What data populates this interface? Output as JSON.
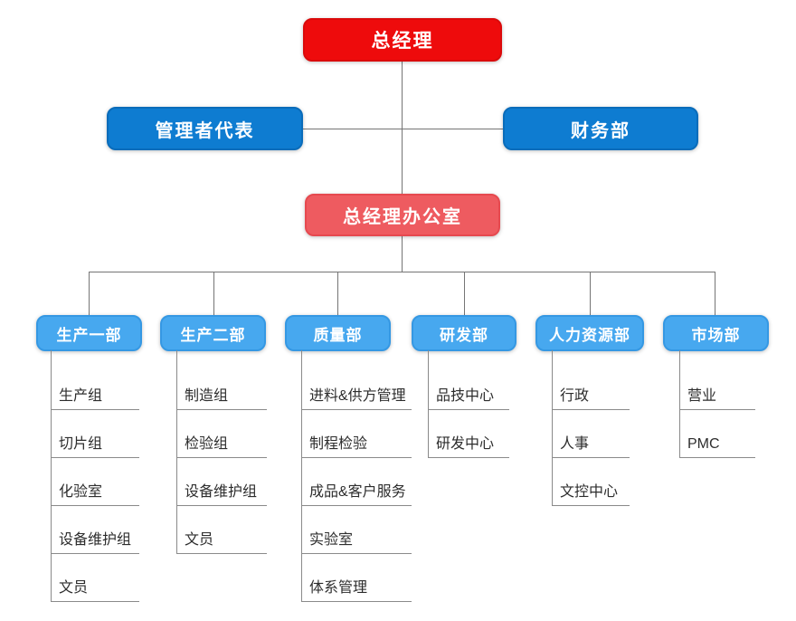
{
  "root": {
    "label": "总经理"
  },
  "level2": [
    {
      "label": "管理者代表"
    },
    {
      "label": "财务部"
    }
  ],
  "office": {
    "label": "总经理办公室"
  },
  "departments": [
    {
      "label": "生产一部",
      "children": [
        "生产组",
        "切片组",
        "化验室",
        "设备维护组",
        "文员"
      ]
    },
    {
      "label": "生产二部",
      "children": [
        "制造组",
        "检验组",
        "设备维护组",
        "文员"
      ]
    },
    {
      "label": "质量部",
      "children": [
        "进料&供方管理",
        "制程检验",
        "成品&客户服务",
        "实验室",
        "体系管理"
      ]
    },
    {
      "label": "研发部",
      "children": [
        "品技中心",
        "研发中心"
      ]
    },
    {
      "label": "人力资源部",
      "children": [
        "行政",
        "人事",
        "文控中心"
      ]
    },
    {
      "label": "市场部",
      "children": [
        "营业",
        "PMC"
      ]
    }
  ],
  "colors": {
    "root_box": "#ee0b0c",
    "level2_box": "#0e7cd1",
    "office_box": "#ee5b60",
    "department_box": "#47a8ef",
    "box_text": "#ffffff",
    "connector": "#757575",
    "item_underline": "#8a8a8a",
    "item_text": "#2d2d2d",
    "background": "#ffffff"
  }
}
